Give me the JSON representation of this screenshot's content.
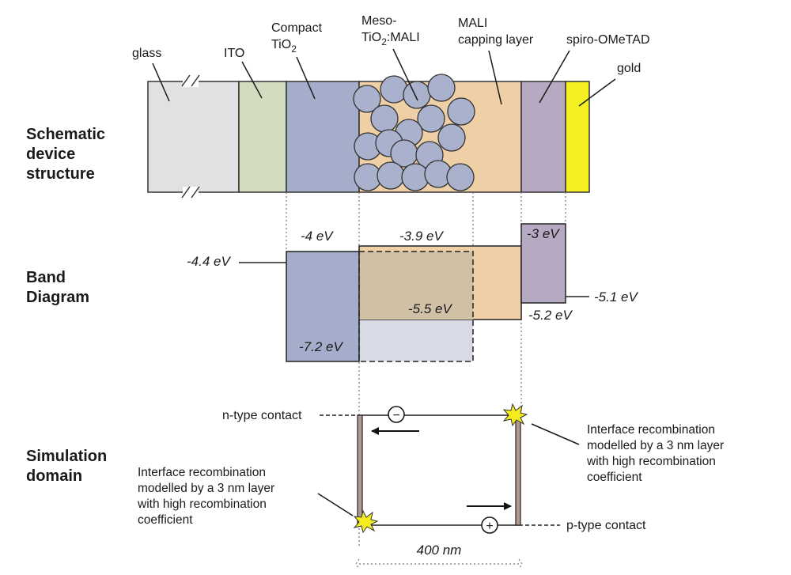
{
  "sections": {
    "schematic": [
      "Schematic",
      "device",
      "structure"
    ],
    "band": [
      "Band",
      "Diagram"
    ],
    "simulation": [
      "Simulation",
      "domain"
    ]
  },
  "layers": {
    "glass": "glass",
    "ito": "ITO",
    "compact": [
      "Compact",
      "TiO",
      "2"
    ],
    "meso": [
      "Meso-",
      "TiO",
      "2",
      ":MALI"
    ],
    "capping": [
      "MALI",
      "capping layer"
    ],
    "spiro": "spiro-OMeTAD",
    "gold": "gold"
  },
  "energies": {
    "ito": "-4.4 eV",
    "tio2_cb": "-4 eV",
    "tio2_vb": "-7.2 eV",
    "mali_cb": "-3.9 eV",
    "mali_vb": "-5.5 eV",
    "spiro_lumo": "-3 eV",
    "spiro_homo": "-5.2 eV",
    "gold": "-5.1 eV"
  },
  "simulation": {
    "n_contact": "n-type contact",
    "p_contact": "p-type contact",
    "width": "400 nm",
    "electron_sign": "−",
    "hole_sign": "+",
    "note_right": [
      "Interface recombination",
      "modelled by a 3 nm layer",
      "with high recombination",
      "coefficient"
    ],
    "note_left": [
      "Interface recombination",
      "modelled by a 3 nm layer",
      "with high recombination",
      "coefficient"
    ]
  },
  "colors": {
    "glass": "#dfe1e3",
    "ito": "#d3dcbf",
    "tio2": "#a4adc9",
    "particle": "#a9b1cd",
    "mali": "#efcfa6",
    "spiro": "#b6aac2",
    "gold": "#f4f021",
    "mali_overlap": "#cfc0a6",
    "meso_vb": "#d8dbe6",
    "interface_layer": "#b59a8f",
    "spark": "#f4ec1c"
  }
}
